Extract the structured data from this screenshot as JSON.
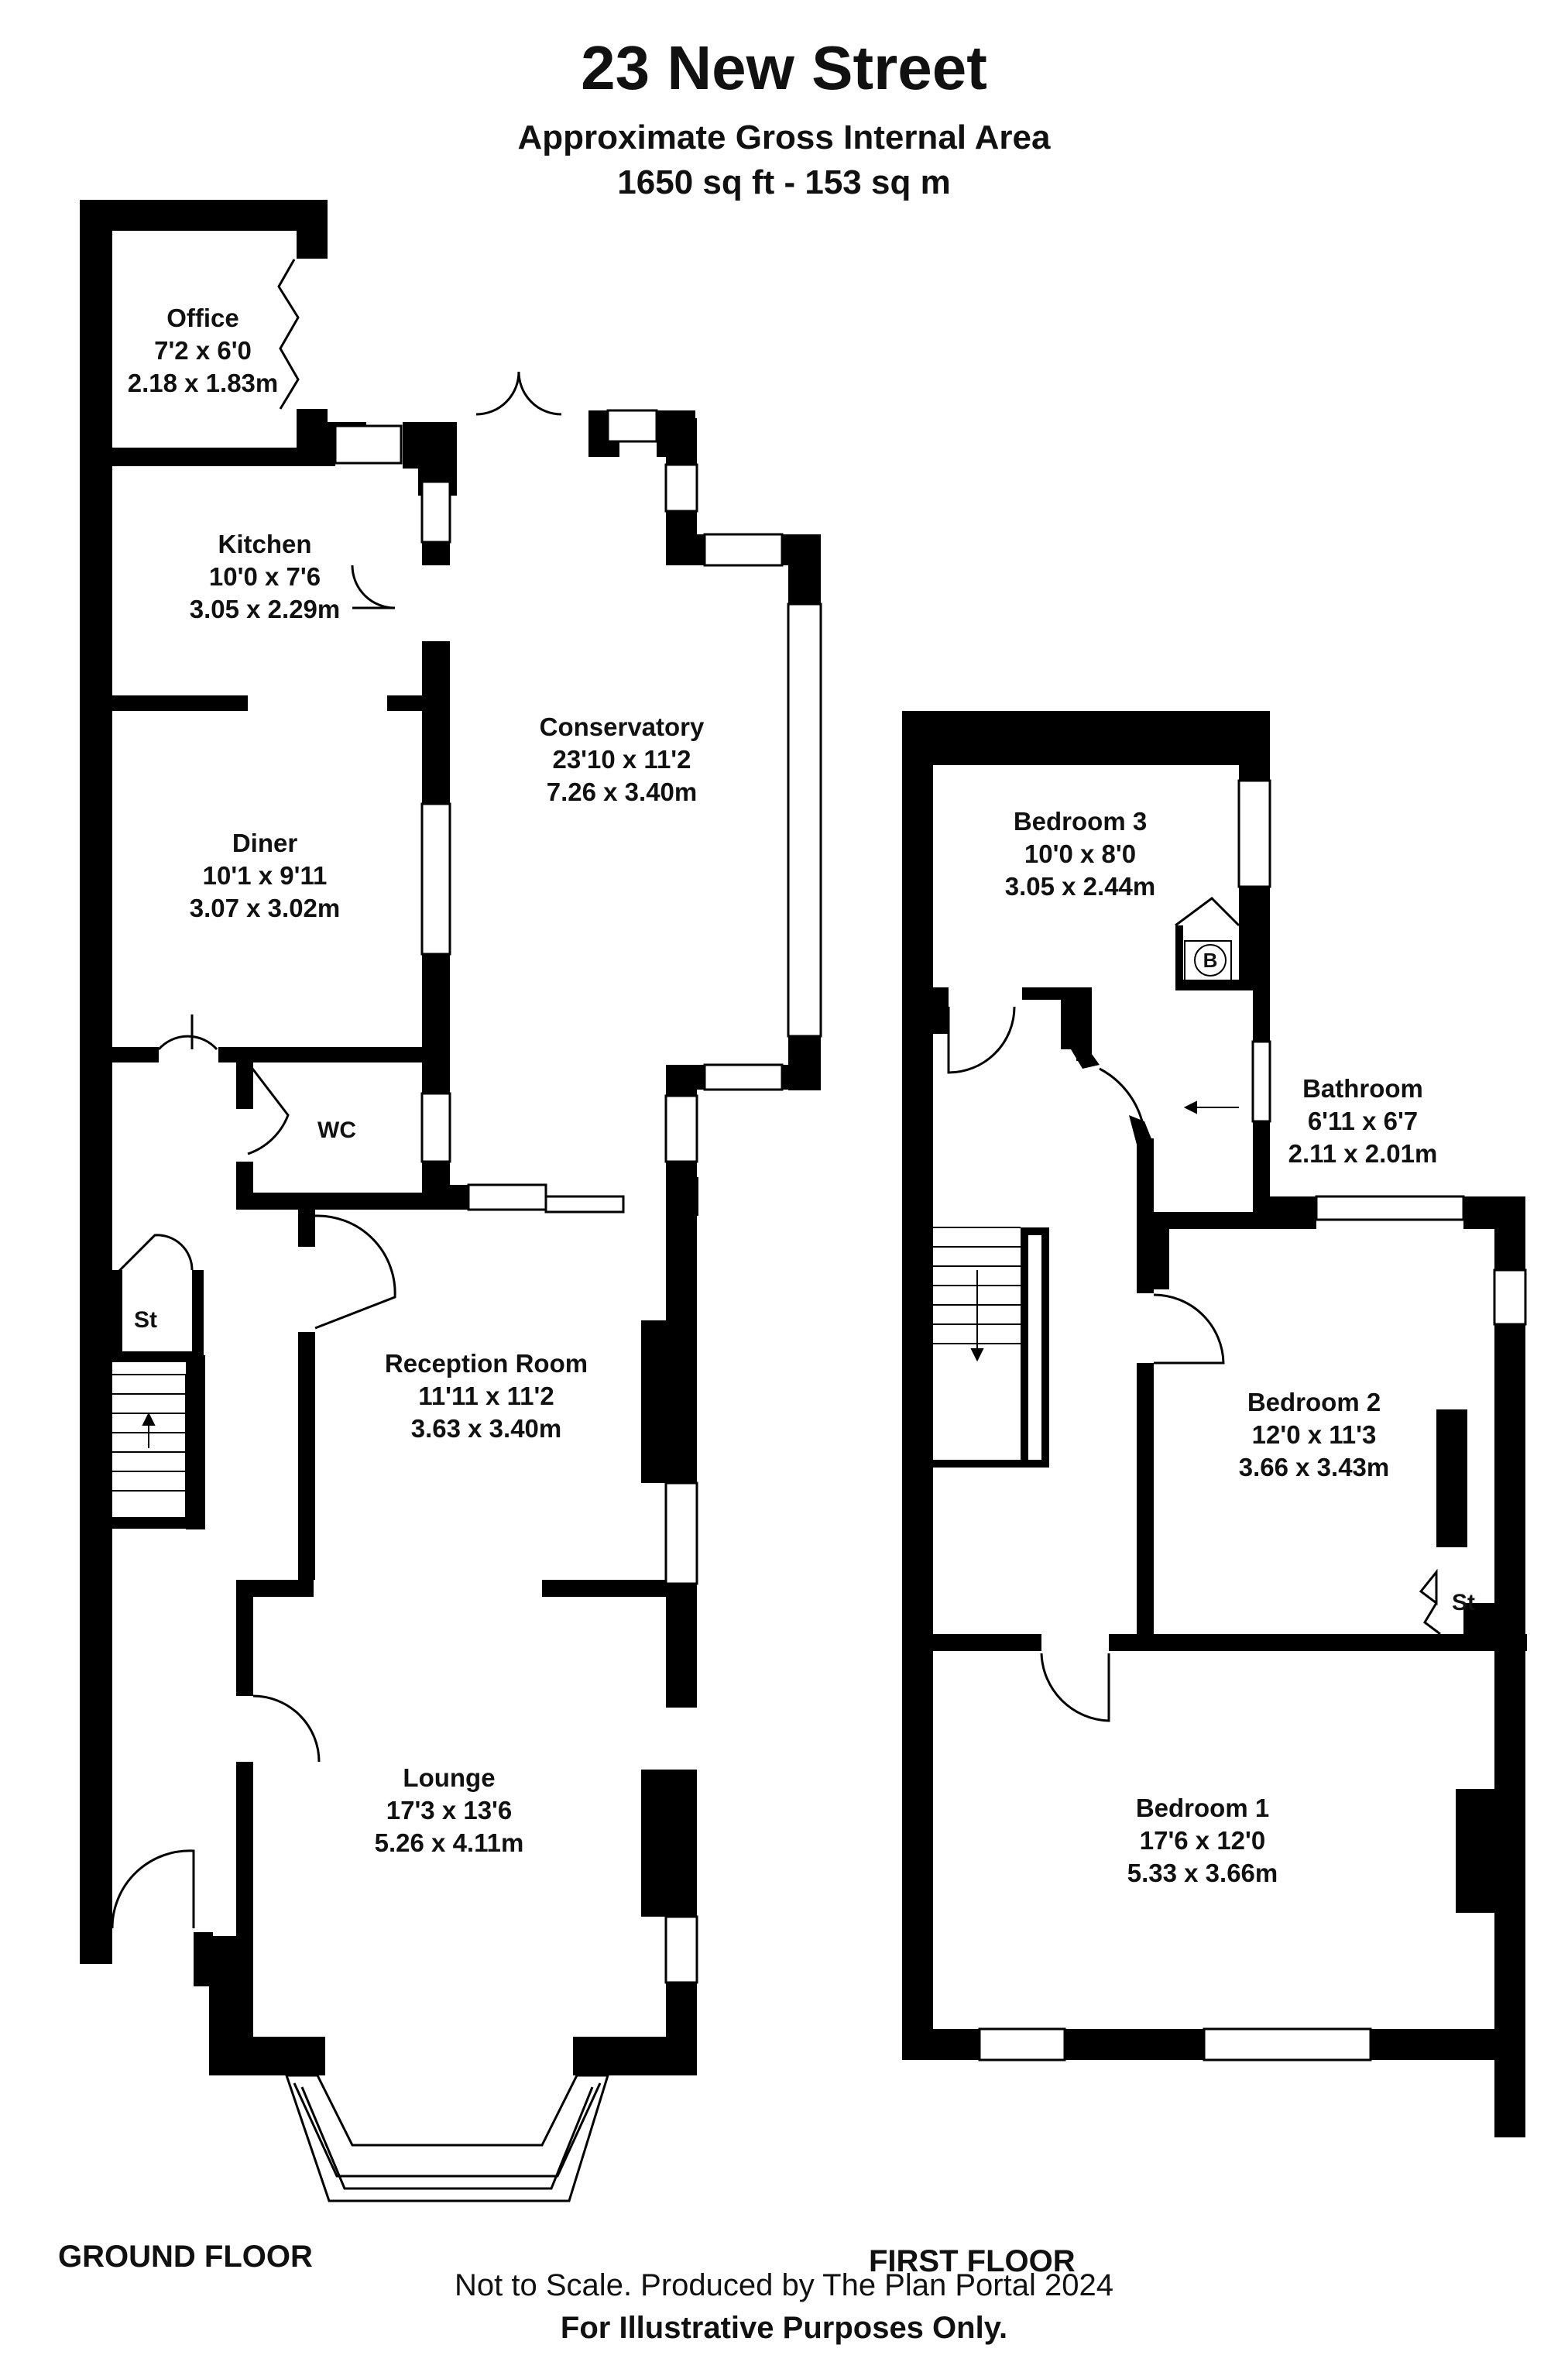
{
  "header": {
    "title": "23 New Street",
    "subtitle": "Approximate Gross Internal Area",
    "area": "1650 sq ft - 153 sq m"
  },
  "floors": {
    "ground": "GROUND FLOOR",
    "first": "FIRST FLOOR"
  },
  "rooms": {
    "office": {
      "name": "Office",
      "imperial": "7'2 x 6'0",
      "metric": "2.18 x 1.83m"
    },
    "kitchen": {
      "name": "Kitchen",
      "imperial": "10'0 x 7'6",
      "metric": "3.05 x 2.29m"
    },
    "conservatory": {
      "name": "Conservatory",
      "imperial": "23'10 x 11'2",
      "metric": "7.26 x 3.40m"
    },
    "diner": {
      "name": "Diner",
      "imperial": "10'1 x 9'11",
      "metric": "3.07 x 3.02m"
    },
    "reception": {
      "name": "Reception Room",
      "imperial": "11'11 x 11'2",
      "metric": "3.63 x 3.40m"
    },
    "lounge": {
      "name": "Lounge",
      "imperial": "17'3 x 13'6",
      "metric": "5.26 x 4.11m"
    },
    "bedroom3": {
      "name": "Bedroom 3",
      "imperial": "10'0 x 8'0",
      "metric": "3.05 x 2.44m"
    },
    "bathroom": {
      "name": "Bathroom",
      "imperial": "6'11 x 6'7",
      "metric": "2.11 x 2.01m"
    },
    "bedroom2": {
      "name": "Bedroom 2",
      "imperial": "12'0 x 11'3",
      "metric": "3.66 x 3.43m"
    },
    "bedroom1": {
      "name": "Bedroom 1",
      "imperial": "17'6 x 12'0",
      "metric": "5.33 x 3.66m"
    }
  },
  "small_labels": {
    "wc": "WC",
    "st_ground": "St",
    "st_first": "St",
    "boiler": "B"
  },
  "footer": {
    "note": "Not to Scale. Produced by The Plan Portal 2024",
    "purpose": "For Illustrative Purposes Only."
  }
}
